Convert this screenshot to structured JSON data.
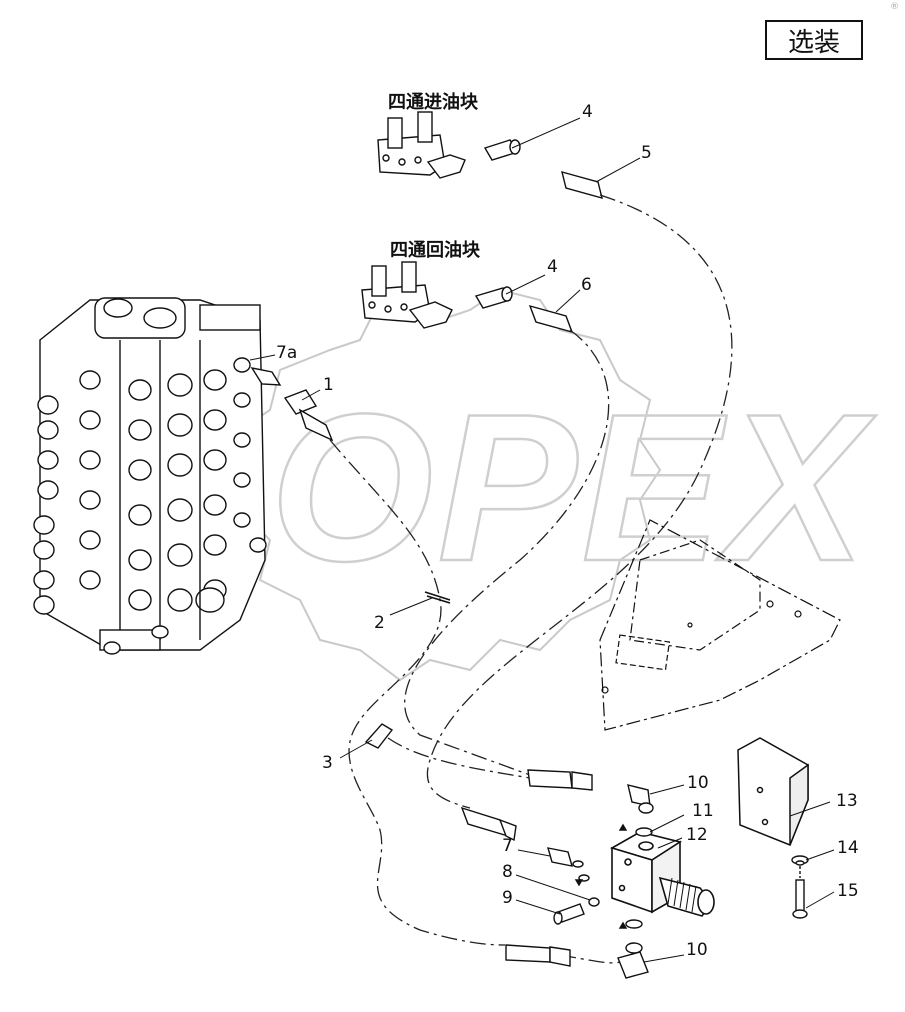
{
  "optional_label": "选装",
  "corner_mark": "®",
  "titles": {
    "inlet_block": "四通进油块",
    "return_block": "四通回油块"
  },
  "watermark": "OPEX",
  "callouts": [
    {
      "id": "c4a",
      "text": "4"
    },
    {
      "id": "c5",
      "text": "5"
    },
    {
      "id": "c4b",
      "text": "4"
    },
    {
      "id": "c6",
      "text": "6"
    },
    {
      "id": "c7a",
      "text": "7a"
    },
    {
      "id": "c1",
      "text": "1"
    },
    {
      "id": "c2",
      "text": "2"
    },
    {
      "id": "c3",
      "text": "3"
    },
    {
      "id": "c10a",
      "text": "10"
    },
    {
      "id": "c11",
      "text": "11"
    },
    {
      "id": "c12",
      "text": "12"
    },
    {
      "id": "c13",
      "text": "13"
    },
    {
      "id": "c7",
      "text": "7"
    },
    {
      "id": "c8",
      "text": "8"
    },
    {
      "id": "c9",
      "text": "9"
    },
    {
      "id": "c14",
      "text": "14"
    },
    {
      "id": "c15",
      "text": "15"
    },
    {
      "id": "c10b",
      "text": "10"
    }
  ]
}
